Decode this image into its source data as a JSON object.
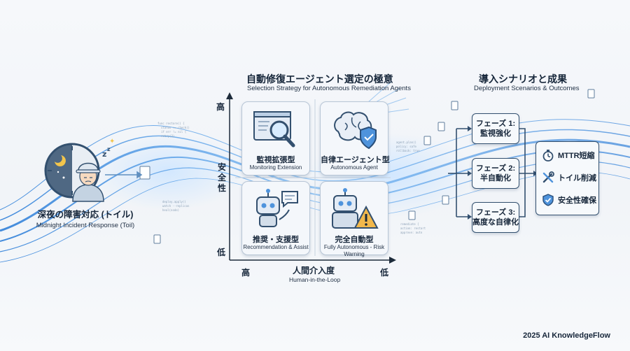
{
  "worker": {
    "title_jp": "深夜の障害対応 (トイル)",
    "title_en": "Midnight Incident Response (Toil)"
  },
  "matrix": {
    "title_jp": "自動修復エージェント選定の極意",
    "title_en": "Selection Strategy for Autonomous Remediation Agents",
    "y_axis_label": "安全性",
    "y_high": "高",
    "y_low": "低",
    "x_axis_label": "人間介入度",
    "x_axis_label_en": "Human-in-the-Loop",
    "x_high": "高",
    "x_low": "低",
    "cards": [
      {
        "jp": "監視拡張型",
        "en": "Monitoring Extension",
        "icon": "magnifier-icon"
      },
      {
        "jp": "自律エージェント型",
        "en": "Autonomous Agent",
        "icon": "brain-shield-icon"
      },
      {
        "jp": "推奨・支援型",
        "en": "Recommendation & Assist",
        "icon": "robot-chat-icon"
      },
      {
        "jp": "完全自動型",
        "en": "Fully Autonomous - Risk Warning",
        "icon": "robot-warning-icon"
      }
    ]
  },
  "deployment": {
    "title_jp": "導入シナリオと成果",
    "title_en": "Deployment Scenarios & Outcomes",
    "phases": [
      {
        "line1": "フェーズ 1:",
        "line2": "監視強化"
      },
      {
        "line1": "フェーズ 2:",
        "line2": "半自動化"
      },
      {
        "line1": "フェーズ 3:",
        "line2": "高度な自律化"
      }
    ],
    "outcomes": [
      {
        "label": "MTTR短縮",
        "icon": "stopwatch-icon"
      },
      {
        "label": "トイル削減",
        "icon": "tools-icon"
      },
      {
        "label": "安全性確保",
        "icon": "shield-check-icon"
      }
    ]
  },
  "footer": "2025 AI KnowledgeFlow",
  "colors": {
    "accent": "#2f7fd8",
    "dark": "#33506f",
    "wave": "#5aa7ef"
  }
}
